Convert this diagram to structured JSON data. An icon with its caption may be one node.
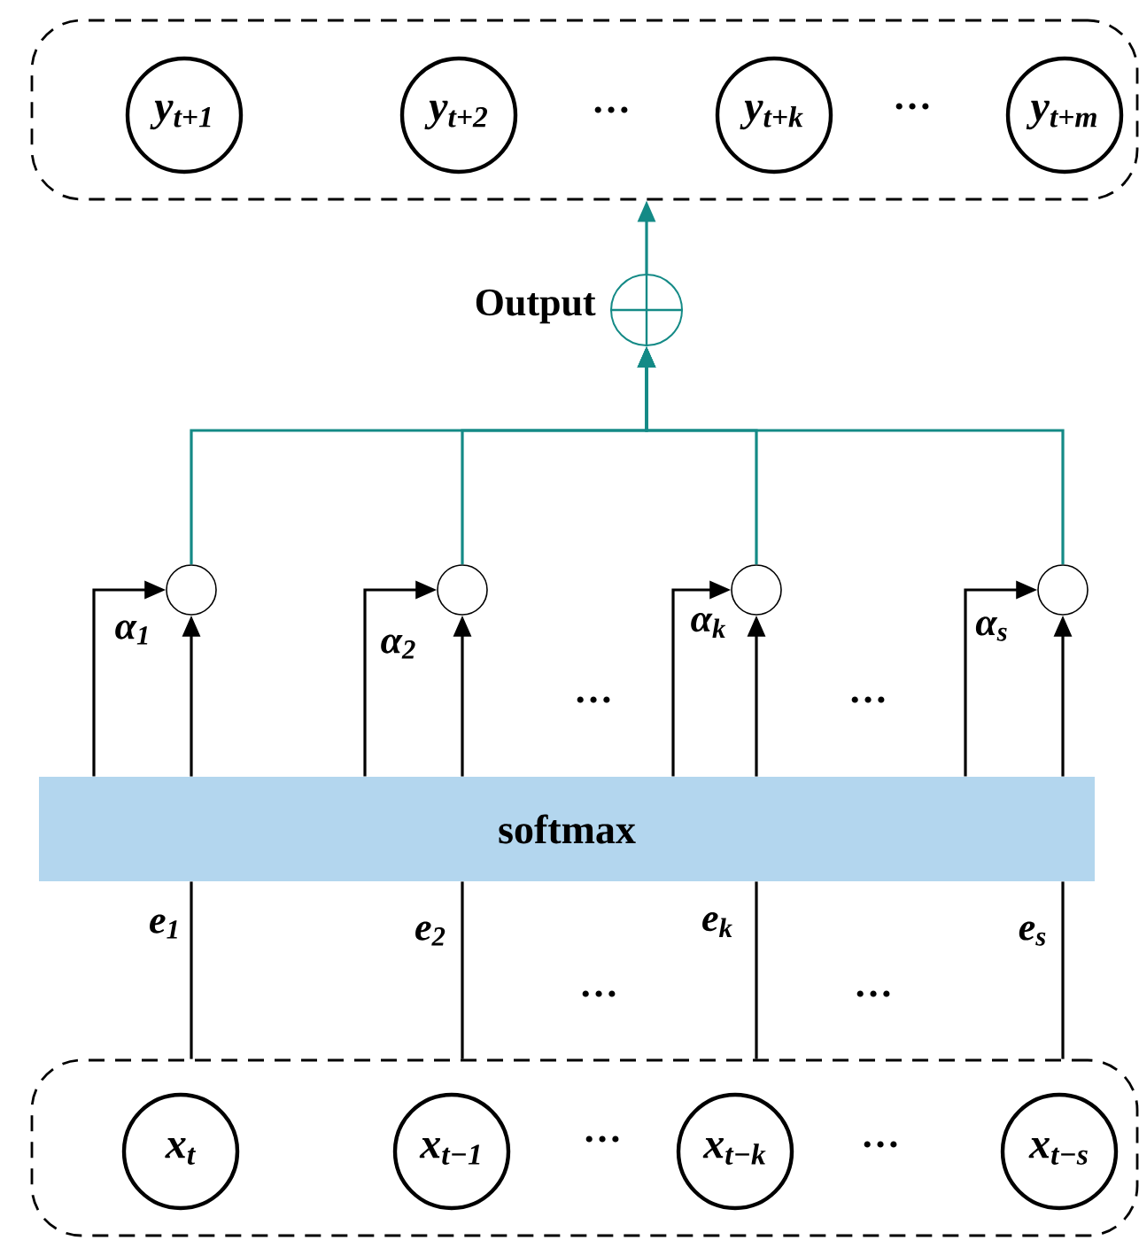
{
  "diagram": {
    "nodes": [
      {
        "text": [],
        "shape": "box"
      },
      {
        "text": [
          "y$_{t+1}$"
        ],
        "in": 0
      },
      {
        "text": [
          "y$_{t+2}$"
        ],
        "in": 0
      },
      {
        "text": [
          "y$_{t+k}$"
        ],
        "in": 0
      },
      {
        "text": [
          "y$_{t+m}$"
        ],
        "in": 0
      },
      {
        "text": [],
        "shape": "circle",
        "beside": [
          "Output"
        ]
      },
      {
        "text": [],
        "shape": "circle"
      },
      {
        "text": [],
        "shape": "circle"
      },
      {
        "text": [],
        "shape": "circle"
      },
      {
        "text": [],
        "shape": "circle"
      },
      {
        "text": [
          "softmax"
        ]
      },
      {
        "text": [],
        "shape": "box"
      },
      {
        "text": [
          "x$_{t}$"
        ],
        "in": 11
      },
      {
        "text": [
          "x$_{t−1}$"
        ],
        "in": 11
      },
      {
        "text": [
          "x$_{t−k}$"
        ],
        "in": 11
      },
      {
        "text": [
          "x$_{t−s}$"
        ],
        "in": 11
      }
    ],
    "edges": [
      {
        "from": 5,
        "to": 0,
        "arrow": "to",
        "color": "#148a86"
      },
      {
        "from": 6,
        "to": 5,
        "arrow": "to",
        "color": "#148a86"
      },
      {
        "from": 7,
        "to": 5,
        "arrow": "to",
        "color": "#148a86"
      },
      {
        "from": 8,
        "to": 5,
        "arrow": "to",
        "color": "#148a86"
      },
      {
        "from": 9,
        "to": 5,
        "arrow": "to",
        "color": "#148a86"
      },
      {
        "from": 10,
        "to": 6,
        "arrow": "to",
        "label": "α$_{1}$"
      },
      {
        "from": 10,
        "to": 6,
        "arrow": "to"
      },
      {
        "from": 10,
        "to": 7,
        "arrow": "to",
        "label": "α$_{2}$"
      },
      {
        "from": 10,
        "to": 7,
        "arrow": "to"
      },
      {
        "from": 10,
        "to": 8,
        "arrow": "to",
        "label": "α$_{k}$"
      },
      {
        "from": 10,
        "to": 8,
        "arrow": "to"
      },
      {
        "from": 10,
        "to": 9,
        "arrow": "to",
        "label": "α$_{s}$"
      },
      {
        "from": 10,
        "to": 9,
        "arrow": "to"
      },
      {
        "from": 11,
        "to": 10,
        "arrow": "none",
        "label": "e$_{1}$"
      },
      {
        "from": 11,
        "to": 10,
        "arrow": "none",
        "label": "e$_{2}$"
      },
      {
        "from": 11,
        "to": 10,
        "arrow": "none",
        "label": "e$_{k}$"
      },
      {
        "from": 11,
        "to": 10,
        "arrow": "none",
        "label": "e$_{s}$"
      }
    ],
    "labels": [
      "…",
      "…",
      "…",
      "…",
      "…",
      "…",
      "…",
      "…"
    ]
  }
}
